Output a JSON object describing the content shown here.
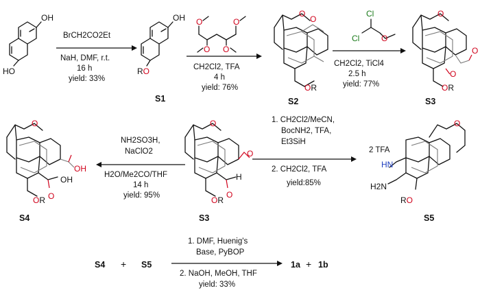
{
  "scheme": {
    "row1": {
      "step1": {
        "reagent": "BrCH2CO2Et",
        "conditions": "NaH, DMF, r.t.",
        "time": "16 h",
        "yield": "yield: 33%"
      },
      "step2": {
        "conditions": "CH2Cl2, TFA",
        "time": "4 h",
        "yield": "yield: 76%"
      },
      "step3": {
        "conditions": "CH2Cl2, TiCl4",
        "time": "2.5 h",
        "yield": "yield: 77%"
      }
    },
    "row2": {
      "oxidation": {
        "reagent1": "NH2SO3H,",
        "reagent2": "NaClO2",
        "solvent": "H2O/Me2CO/THF",
        "time": "14 h",
        "yield": "yield: 95%"
      },
      "reductive_amination": {
        "line1": "1. CH2Cl2/MeCN,",
        "line2": "BocNH2, TFA,",
        "line3": "Et3SiH",
        "line4": "2. CH2Cl2, TFA",
        "yield": "yield:85%"
      },
      "salt": "2 TFA"
    },
    "row3": {
      "reactant1": "S4",
      "plus1": "+",
      "reactant2": "S5",
      "cond_line1": "1. DMF, Huenig's",
      "cond_line2": "Base, PyBOP",
      "cond_line3": "2. NaOH, MeOH, THF",
      "yield": "yield: 33%",
      "product1": "1a",
      "plus2": "+",
      "product2": "1b"
    },
    "compound_labels": {
      "S1": "S1",
      "S2": "S2",
      "S3": "S3",
      "S4": "S4",
      "S5": "S5",
      "S3b": "S3"
    },
    "atoms": {
      "OH": "OH",
      "HO": "HO",
      "O": "O",
      "R": "R",
      "RO": "RO",
      "Cl": "Cl",
      "H": "H",
      "N": "N",
      "H2N": "H2N",
      "OH2": "OH"
    }
  }
}
